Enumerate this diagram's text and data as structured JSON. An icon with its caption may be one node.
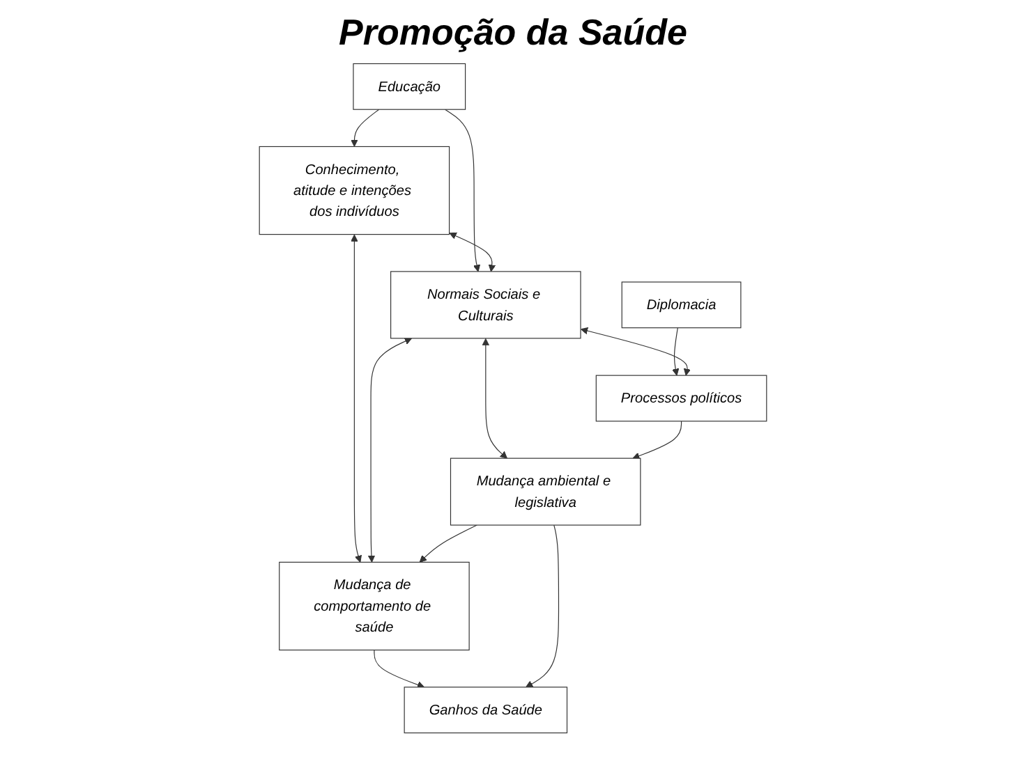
{
  "diagram": {
    "title": "Promoção da Saúde",
    "nodes": [
      {
        "text": [
          "Educação"
        ]
      },
      {
        "text": [
          "Diplomacia"
        ]
      },
      {
        "text": [
          "Conhecimento, atitude e intenções dos indivíduos"
        ]
      },
      {
        "text": [
          "Normais Sociais e Culturais"
        ]
      },
      {
        "text": [
          "Processos políticos"
        ]
      },
      {
        "text": [
          "Mudança de comportamento de saúde"
        ]
      },
      {
        "text": [
          "Mudança ambiental e legislativa"
        ]
      },
      {
        "text": [
          "Ganhos da Saúde"
        ]
      }
    ],
    "edges": [
      {
        "from": 0,
        "to": 2,
        "arrow": "to"
      },
      {
        "from": 0,
        "to": 3,
        "arrow": "to"
      },
      {
        "from": 1,
        "to": 4,
        "arrow": "to"
      },
      {
        "from": 2,
        "to": 3,
        "arrow": "both"
      },
      {
        "from": 3,
        "to": 4,
        "arrow": "both"
      },
      {
        "from": 2,
        "to": 5,
        "arrow": "both"
      },
      {
        "from": 3,
        "to": 5,
        "arrow": "both"
      },
      {
        "from": 3,
        "to": 6,
        "arrow": "both"
      },
      {
        "from": 4,
        "to": 6,
        "arrow": "to"
      },
      {
        "from": 6,
        "to": 5,
        "arrow": "to"
      },
      {
        "from": 5,
        "to": 7,
        "arrow": "to"
      },
      {
        "from": 6,
        "to": 7,
        "arrow": "to"
      }
    ]
  }
}
